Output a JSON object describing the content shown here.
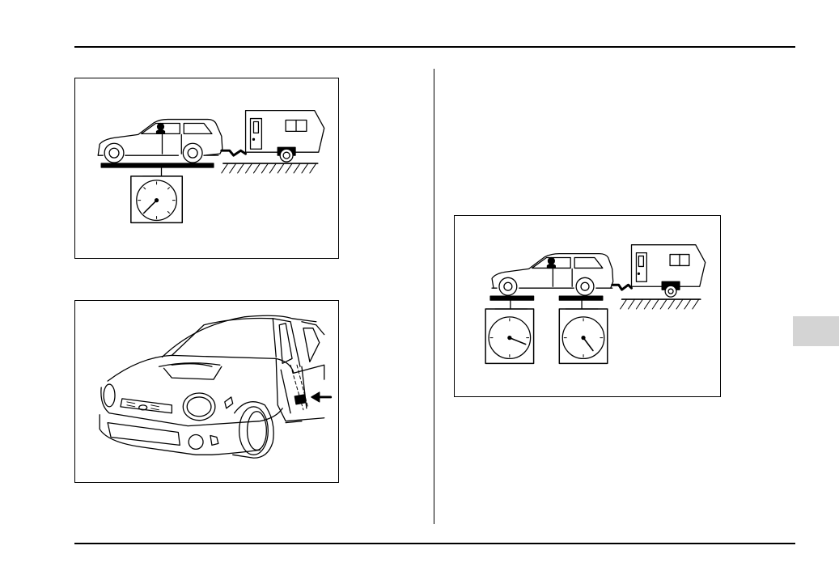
{
  "page": {
    "title": "",
    "figures": [
      {
        "id": "fig-car-trailer-single-scale"
      },
      {
        "id": "fig-compact-car-front"
      },
      {
        "id": "fig-car-trailer-two-scales"
      }
    ]
  },
  "colors": {
    "ink": "#000000",
    "paper": "#ffffff",
    "tab": "#d4d4d4"
  }
}
